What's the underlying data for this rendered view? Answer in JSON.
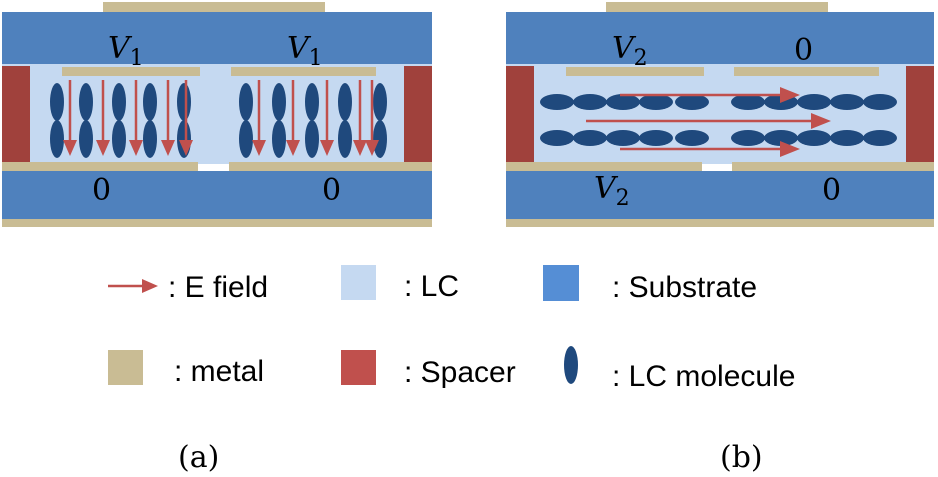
{
  "colors": {
    "substrate": "#4f81bd",
    "lc": "#c5d9f1",
    "metal": "#c9bc94",
    "spacer": "#a0413c",
    "spacer_legend": "#c0504d",
    "molecule": "#1f497d",
    "efield": "#c0504d",
    "substrate_legend": "#558ed5"
  },
  "panel_a": {
    "caption": "(a)",
    "top_left": {
      "base": "V",
      "sub": "1"
    },
    "top_right": {
      "base": "V",
      "sub": "1"
    },
    "bottom_left": "0",
    "bottom_right": "0"
  },
  "panel_b": {
    "caption": "(b)",
    "top_left": {
      "base": "V",
      "sub": "2"
    },
    "top_right": "0",
    "bottom_left": {
      "base": "V",
      "sub": "2"
    },
    "bottom_right": "0"
  },
  "legend": {
    "efield": ": E field",
    "lc": ": LC",
    "substrate": ": Substrate",
    "metal": ": metal",
    "spacer": ": Spacer",
    "molecule": ": LC molecule"
  }
}
